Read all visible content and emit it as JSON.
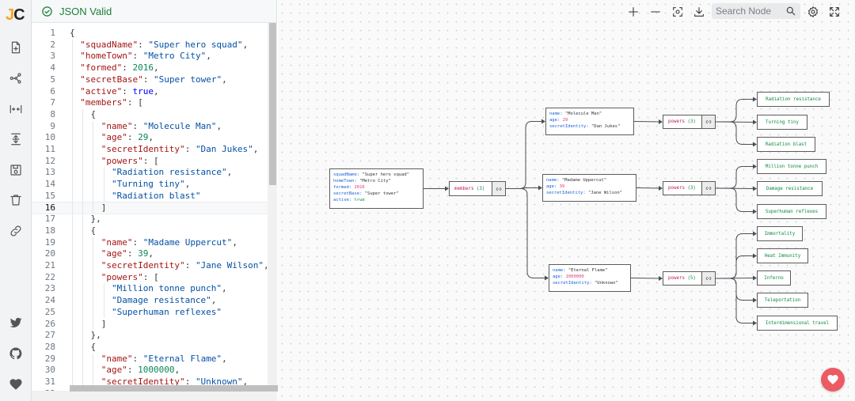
{
  "logo": {
    "j": "J",
    "c": "C"
  },
  "sidebar": {
    "items": [
      {
        "name": "new-file-icon"
      },
      {
        "name": "graph-icon"
      },
      {
        "name": "collapse-icon"
      },
      {
        "name": "expand-icon"
      },
      {
        "name": "save-icon"
      },
      {
        "name": "trash-icon"
      },
      {
        "name": "link-icon"
      }
    ],
    "bottom": [
      {
        "name": "twitter-icon"
      },
      {
        "name": "github-icon"
      },
      {
        "name": "heart-icon"
      }
    ]
  },
  "editor": {
    "status": "JSON Valid",
    "current_line": 16,
    "lines": [
      [
        [
          "p",
          "{"
        ]
      ],
      [
        [
          "k",
          "\"squadName\""
        ],
        [
          "p",
          ": "
        ],
        [
          "s",
          "\"Super hero squad\""
        ],
        [
          "p",
          ","
        ]
      ],
      [
        [
          "k",
          "\"homeTown\""
        ],
        [
          "p",
          ": "
        ],
        [
          "s",
          "\"Metro City\""
        ],
        [
          "p",
          ","
        ]
      ],
      [
        [
          "k",
          "\"formed\""
        ],
        [
          "p",
          ": "
        ],
        [
          "n",
          "2016"
        ],
        [
          "p",
          ","
        ]
      ],
      [
        [
          "k",
          "\"secretBase\""
        ],
        [
          "p",
          ": "
        ],
        [
          "s",
          "\"Super tower\""
        ],
        [
          "p",
          ","
        ]
      ],
      [
        [
          "k",
          "\"active\""
        ],
        [
          "p",
          ": "
        ],
        [
          "b",
          "true"
        ],
        [
          "p",
          ","
        ]
      ],
      [
        [
          "k",
          "\"members\""
        ],
        [
          "p",
          ": ["
        ]
      ],
      [
        [
          "p",
          "{"
        ]
      ],
      [
        [
          "k",
          "\"name\""
        ],
        [
          "p",
          ": "
        ],
        [
          "s",
          "\"Molecule Man\""
        ],
        [
          "p",
          ","
        ]
      ],
      [
        [
          "k",
          "\"age\""
        ],
        [
          "p",
          ": "
        ],
        [
          "n",
          "29"
        ],
        [
          "p",
          ","
        ]
      ],
      [
        [
          "k",
          "\"secretIdentity\""
        ],
        [
          "p",
          ": "
        ],
        [
          "s",
          "\"Dan Jukes\""
        ],
        [
          "p",
          ","
        ]
      ],
      [
        [
          "k",
          "\"powers\""
        ],
        [
          "p",
          ": ["
        ]
      ],
      [
        [
          "s",
          "\"Radiation resistance\""
        ],
        [
          "p",
          ","
        ]
      ],
      [
        [
          "s",
          "\"Turning tiny\""
        ],
        [
          "p",
          ","
        ]
      ],
      [
        [
          "s",
          "\"Radiation blast\""
        ]
      ],
      [
        [
          "p",
          "]"
        ]
      ],
      [
        [
          "p",
          "},"
        ]
      ],
      [
        [
          "p",
          "{"
        ]
      ],
      [
        [
          "k",
          "\"name\""
        ],
        [
          "p",
          ": "
        ],
        [
          "s",
          "\"Madame Uppercut\""
        ],
        [
          "p",
          ","
        ]
      ],
      [
        [
          "k",
          "\"age\""
        ],
        [
          "p",
          ": "
        ],
        [
          "n",
          "39"
        ],
        [
          "p",
          ","
        ]
      ],
      [
        [
          "k",
          "\"secretIdentity\""
        ],
        [
          "p",
          ": "
        ],
        [
          "s",
          "\"Jane Wilson\""
        ],
        [
          "p",
          ","
        ]
      ],
      [
        [
          "k",
          "\"powers\""
        ],
        [
          "p",
          ": ["
        ]
      ],
      [
        [
          "s",
          "\"Million tonne punch\""
        ],
        [
          "p",
          ","
        ]
      ],
      [
        [
          "s",
          "\"Damage resistance\""
        ],
        [
          "p",
          ","
        ]
      ],
      [
        [
          "s",
          "\"Superhuman reflexes\""
        ]
      ],
      [
        [
          "p",
          "]"
        ]
      ],
      [
        [
          "p",
          "},"
        ]
      ],
      [
        [
          "p",
          "{"
        ]
      ],
      [
        [
          "k",
          "\"name\""
        ],
        [
          "p",
          ": "
        ],
        [
          "s",
          "\"Eternal Flame\""
        ],
        [
          "p",
          ","
        ]
      ],
      [
        [
          "k",
          "\"age\""
        ],
        [
          "p",
          ": "
        ],
        [
          "n",
          "1000000"
        ],
        [
          "p",
          ","
        ]
      ],
      [
        [
          "k",
          "\"secretIdentity\""
        ],
        [
          "p",
          ": "
        ],
        [
          "s",
          "\"Unknown\""
        ],
        [
          "p",
          ","
        ]
      ],
      [
        [
          "k",
          "\"powers\""
        ],
        [
          "p",
          ": ["
        ]
      ]
    ]
  },
  "toolbar": {
    "search_placeholder": "Search Node",
    "buttons": [
      "zoom-in-icon",
      "zoom-out-icon",
      "focus-icon",
      "download-icon",
      "settings-icon",
      "fullscreen-icon"
    ]
  },
  "graph": {
    "root": [
      {
        "k": "squadName",
        "v": "\"Super hero squad\"",
        "t": "s"
      },
      {
        "k": "homeTown",
        "v": "\"Metro City\"",
        "t": "s"
      },
      {
        "k": "formed",
        "v": "2016",
        "t": "n"
      },
      {
        "k": "secretBase",
        "v": "\"Super tower\"",
        "t": "s"
      },
      {
        "k": "active",
        "v": "true",
        "t": "b"
      }
    ],
    "members_label": "members",
    "members_count": "(3)",
    "members": [
      {
        "fields": [
          {
            "k": "name",
            "v": "\"Molecule Man\"",
            "t": "s"
          },
          {
            "k": "age",
            "v": "29",
            "t": "n"
          },
          {
            "k": "secretIdentity",
            "v": "\"Dan Jukes\"",
            "t": "s"
          }
        ],
        "powers_label": "powers",
        "powers_count": "(3)",
        "powers": [
          "Radiation resistance",
          "Turning tiny",
          "Radiation blast"
        ]
      },
      {
        "fields": [
          {
            "k": "name",
            "v": "\"Madame Uppercut\"",
            "t": "s"
          },
          {
            "k": "age",
            "v": "39",
            "t": "n"
          },
          {
            "k": "secretIdentity",
            "v": "\"Jane Wilson\"",
            "t": "s"
          }
        ],
        "powers_label": "powers",
        "powers_count": "(3)",
        "powers": [
          "Million tonne punch",
          "Damage resistance",
          "Superhuman reflexes"
        ]
      },
      {
        "fields": [
          {
            "k": "name",
            "v": "\"Eternal Flame\"",
            "t": "s"
          },
          {
            "k": "age",
            "v": "1000000",
            "t": "n"
          },
          {
            "k": "secretIdentity",
            "v": "\"Unknown\"",
            "t": "s"
          }
        ],
        "powers_label": "powers",
        "powers_count": "(5)",
        "powers": [
          "Immortality",
          "Heat Immunity",
          "Inferno",
          "Teleportation",
          "Interdimensional travel"
        ]
      }
    ]
  },
  "colors": {
    "valid": "#1a7f37",
    "key": "#1460d8",
    "string_value": "#333333",
    "number_value": "#e0387b",
    "bool_value": "#0b8b3c",
    "array_label": "#c2185b",
    "fab": "#ec5a63"
  }
}
